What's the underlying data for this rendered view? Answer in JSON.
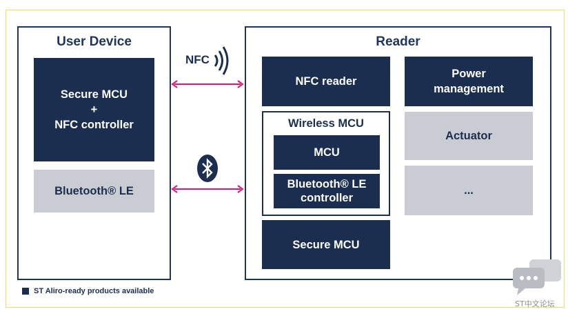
{
  "user_device": {
    "title": "User Device",
    "secure_mcu": [
      "Secure MCU",
      "+",
      "NFC controller"
    ],
    "bluetooth_le": "Bluetooth® LE"
  },
  "links": {
    "nfc_label": "NFC"
  },
  "reader": {
    "title": "Reader",
    "nfc_reader": "NFC reader",
    "power_management": [
      "Power",
      "management"
    ],
    "wireless_mcu": {
      "title": "Wireless MCU",
      "mcu": "MCU",
      "bluetooth_controller": [
        "Bluetooth® LE",
        "controller"
      ]
    },
    "actuator": "Actuator",
    "ellipsis": "...",
    "secure_mcu": "Secure MCU"
  },
  "legend": {
    "text": "ST Aliro-ready products available"
  },
  "watermark": {
    "text": "ST中文论坛"
  },
  "colors": {
    "dark_block": "#1b2e4f",
    "grey_block": "#c9cdd3",
    "arrow": "#e2147a",
    "frame": "#f2dc6a"
  }
}
